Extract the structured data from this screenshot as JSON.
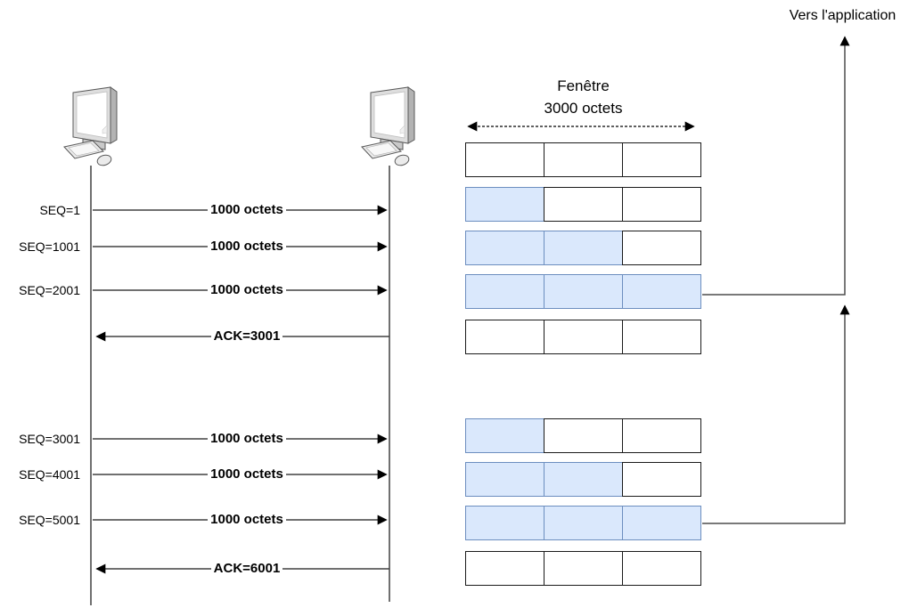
{
  "app_flow": {
    "label": "Vers l'application"
  },
  "window": {
    "title": "Fenêtre",
    "size_label": "3000 octets",
    "rows_filled": [
      0,
      1,
      2,
      3,
      0,
      1,
      2,
      3,
      0
    ],
    "cells_per_row": 3
  },
  "timeline": {
    "seq_labels": [
      "SEQ=1",
      "SEQ=1001",
      "SEQ=2001",
      "SEQ=3001",
      "SEQ=4001",
      "SEQ=5001"
    ],
    "arrow_labels": [
      "1000 octets",
      "1000 octets",
      "1000 octets",
      "ACK=3001",
      "1000 octets",
      "1000 octets",
      "1000 octets",
      "ACK=6001"
    ]
  },
  "icons": {
    "left_host": "desktop-computer-icon",
    "right_host": "desktop-computer-icon"
  },
  "colors": {
    "filled_cell_bg": "#dae8fc",
    "filled_cell_border": "#6c8ebf",
    "empty_cell_border": "#1a1a1a",
    "line": "#404040"
  }
}
